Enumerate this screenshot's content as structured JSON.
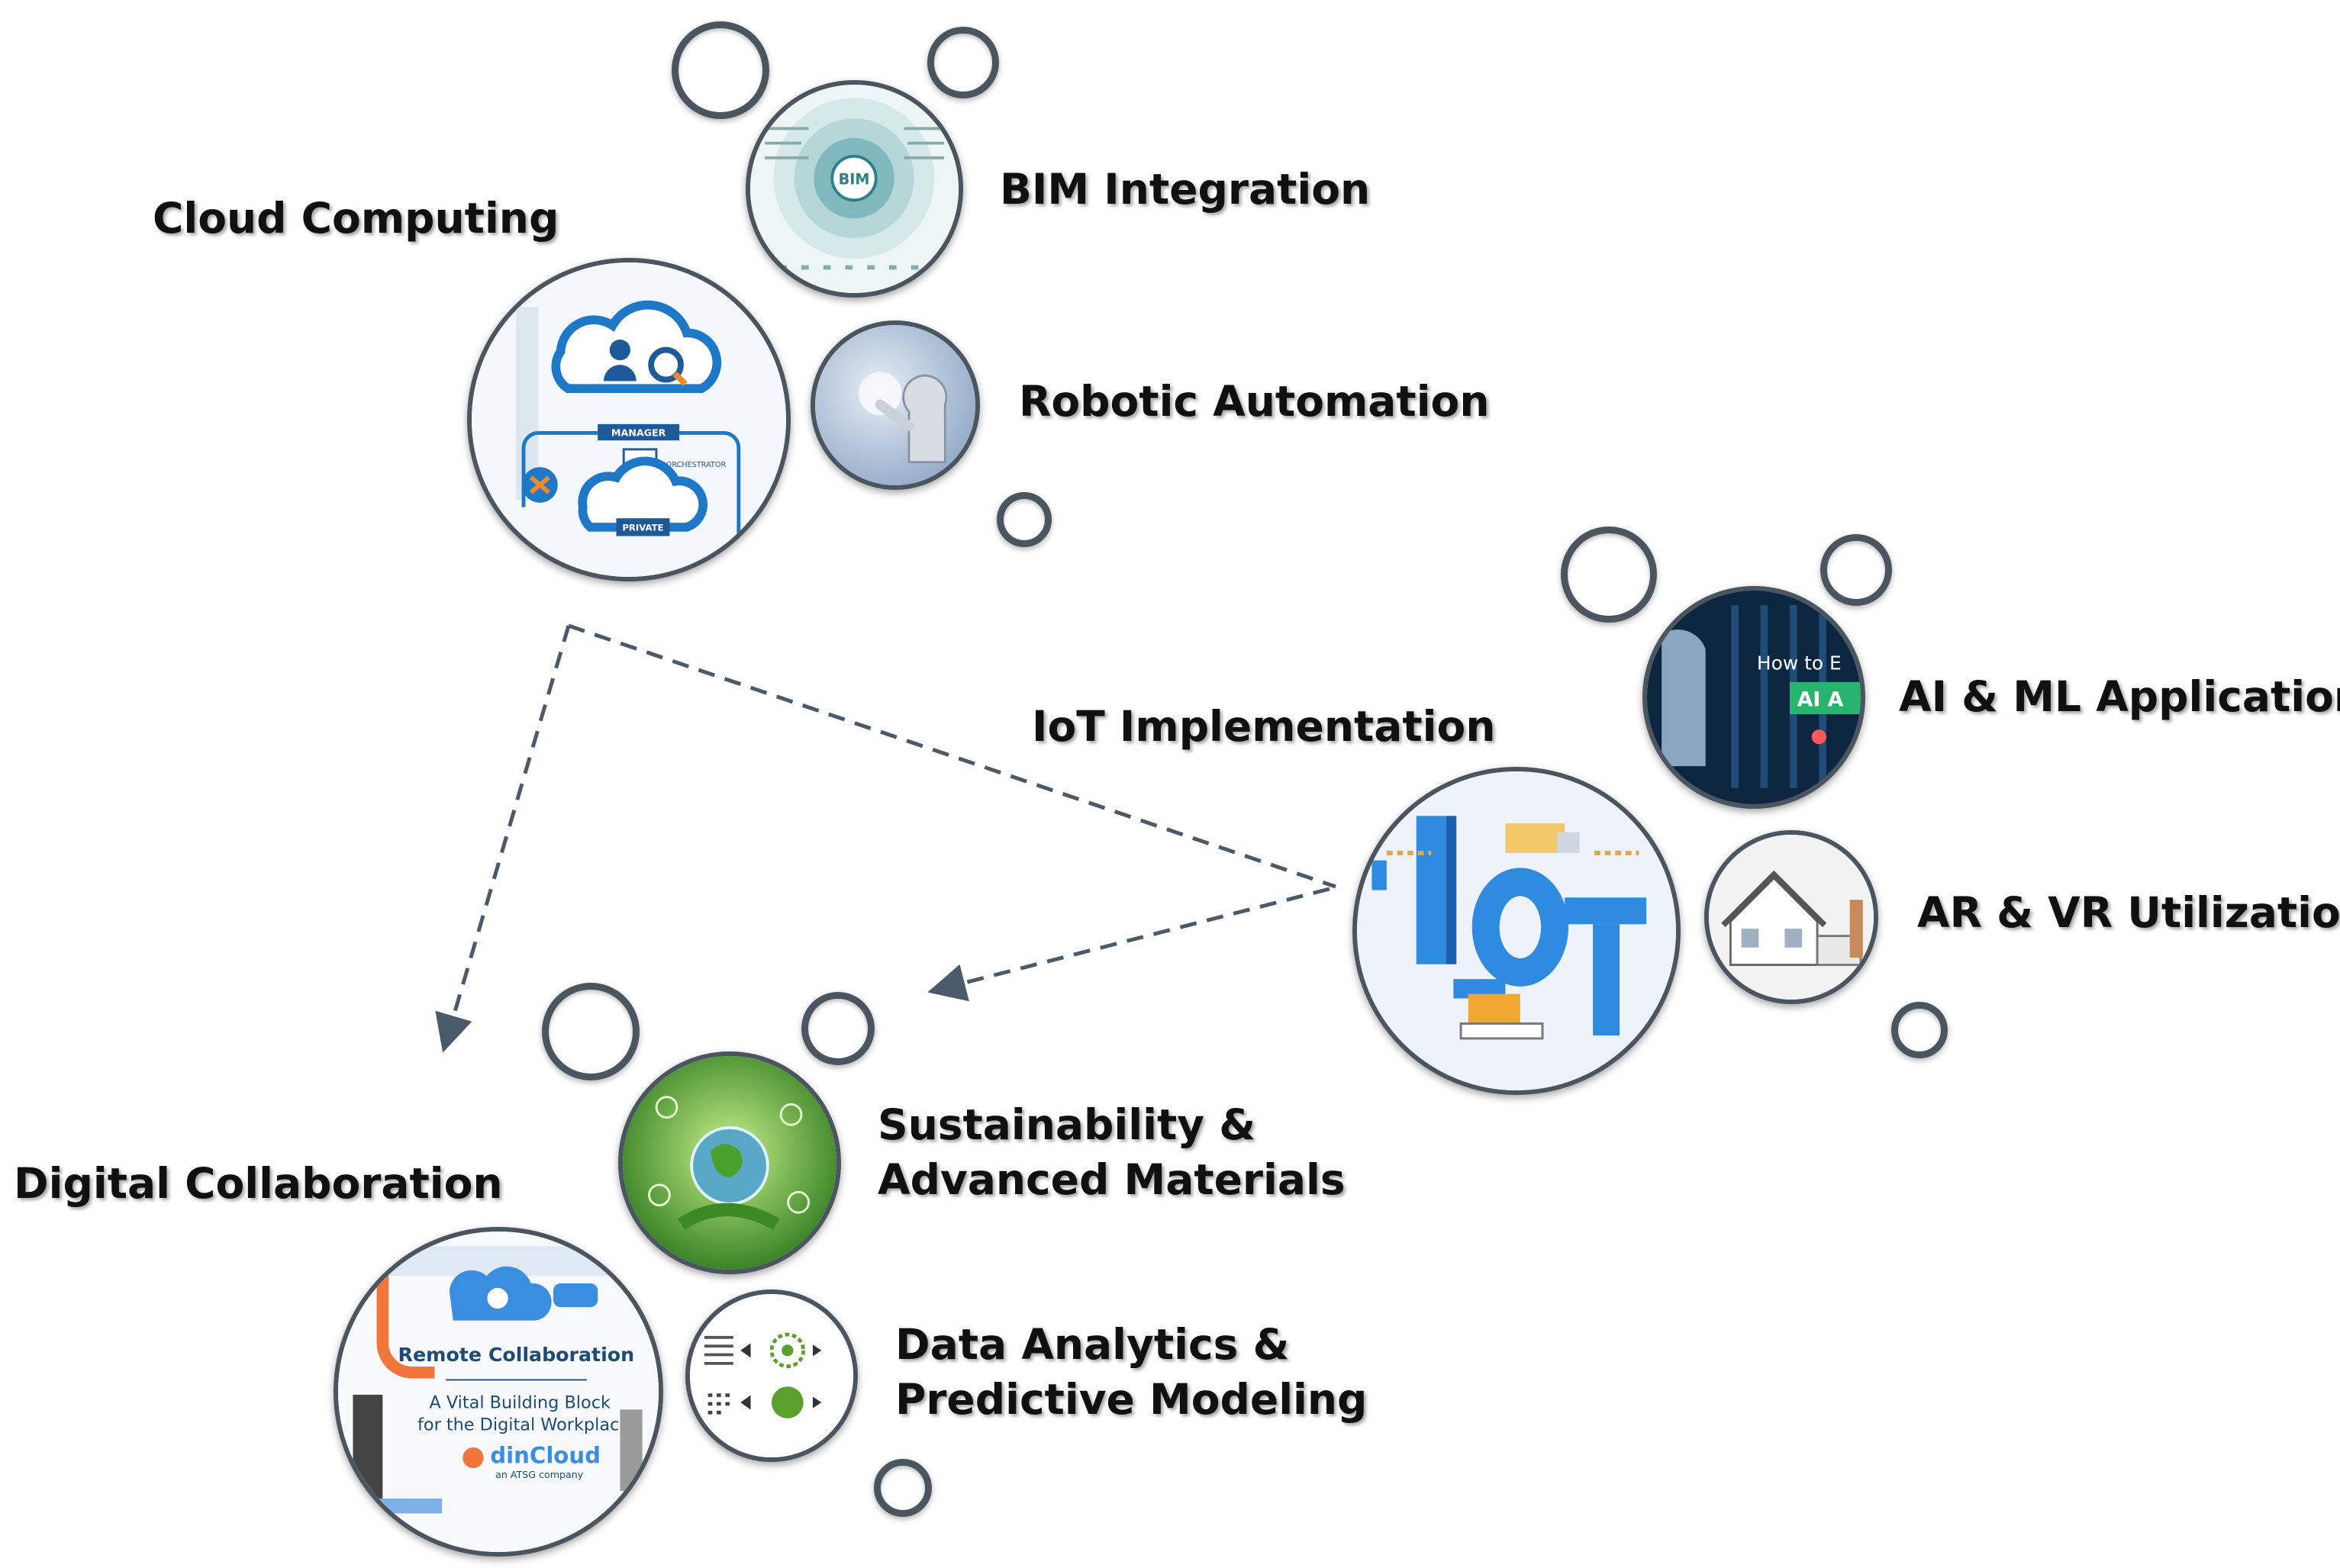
{
  "groups": {
    "cloud": {
      "title": "Cloud Computing",
      "image_text": {
        "manager": "MANAGER",
        "orchestrator": "ORCHESTRATOR",
        "private": "PRIVATE"
      },
      "satellites": {
        "bim": "BIM Integration",
        "robotic": "Robotic Automation"
      },
      "bim_image_text": "BIM"
    },
    "iot": {
      "title": "IoT Implementation",
      "image_text": "IoT",
      "satellites": {
        "ai": "AI & ML Application",
        "arvr": "AR & VR Utilization"
      },
      "ai_image_text": {
        "line1": "How to E",
        "line2": "AI A"
      }
    },
    "digital": {
      "title": "Digital Collaboration",
      "image_text": {
        "heading": "Remote Collaboration",
        "line1": "A Vital Building Block",
        "line2": "for the Digital Workplace",
        "brand": "dinCloud",
        "brand_sub": "an ATSG company"
      },
      "satellites": {
        "sustain": [
          "Sustainability &",
          "Advanced Materials"
        ],
        "data": [
          "Data Analytics &",
          "Predictive Modeling"
        ]
      }
    }
  },
  "colors": {
    "stroke": "#4a5560",
    "arrow": "#4a5a6a",
    "accent_blue": "#1e78c8",
    "accent_green": "#5aa02c"
  }
}
